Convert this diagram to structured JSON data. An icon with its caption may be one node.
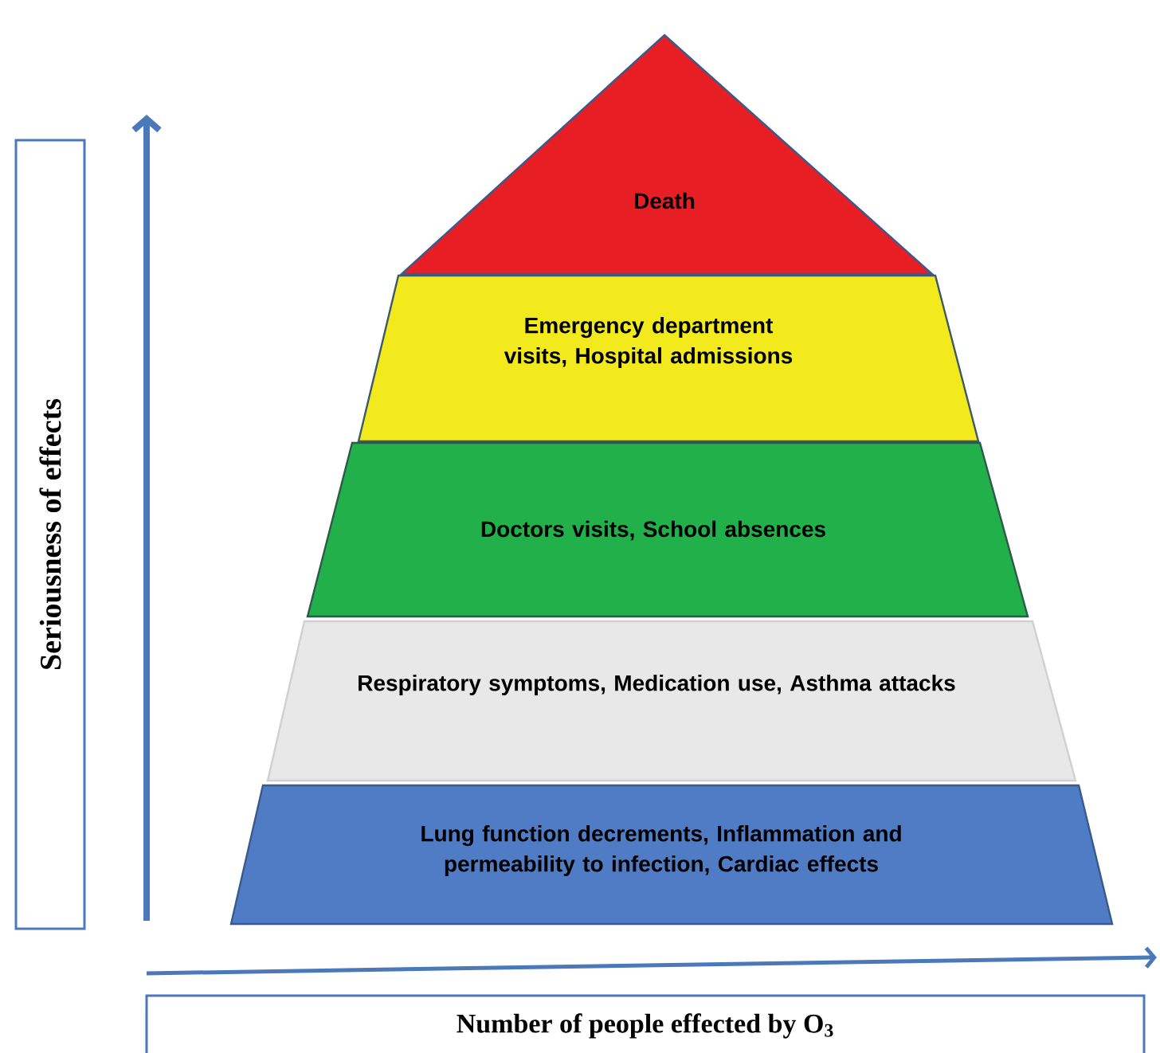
{
  "diagram": {
    "nodes": [
      {
        "text": [
          "Death"
        ]
      },
      {
        "text": [
          "Emergency department visits, Hospital admissions"
        ]
      },
      {
        "text": [
          "Doctors visits, School absences"
        ]
      },
      {
        "text": [
          "Respiratory symptoms, Medication use, Asthma attacks"
        ]
      },
      {
        "text": [
          "Lung function decrements, Inflammation and permeability to infection, Cardiac effects"
        ]
      },
      {
        "text": [
          "Seriousness of effects"
        ]
      },
      {
        "text": [
          "Number of people effected by O$_{3}$"
        ]
      }
    ]
  }
}
